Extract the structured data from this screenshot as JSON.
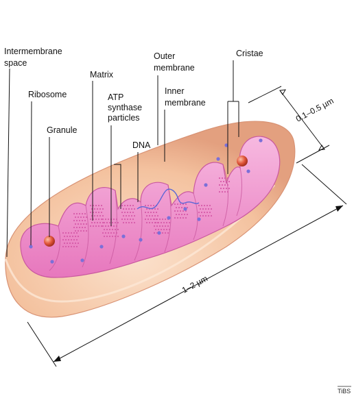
{
  "labels": {
    "intermembrane_space_1": "Intermembrane",
    "intermembrane_space_2": "space",
    "ribosome": "Ribosome",
    "granule": "Granule",
    "matrix": "Matrix",
    "atp_1": "ATP",
    "atp_2": "synthase",
    "atp_3": "particles",
    "dna": "DNA",
    "outer_membrane_1": "Outer",
    "outer_membrane_2": "membrane",
    "inner_membrane_1": "Inner",
    "inner_membrane_2": "membrane",
    "cristae": "Cristae"
  },
  "dimensions": {
    "width": "0.1–0.5 µm",
    "length": "1–2 µm"
  },
  "credit": "TiBS",
  "colors": {
    "outer_shell": "#f6c8a4",
    "outer_shell_dark": "#e9a987",
    "inner_membrane": "#ec7fc2",
    "inner_membrane_light": "#f7b5df",
    "matrix": "#f29ad0",
    "ribosome": "#7b6fd8",
    "granule": "#e0553a",
    "dna": "#5a66d6"
  }
}
